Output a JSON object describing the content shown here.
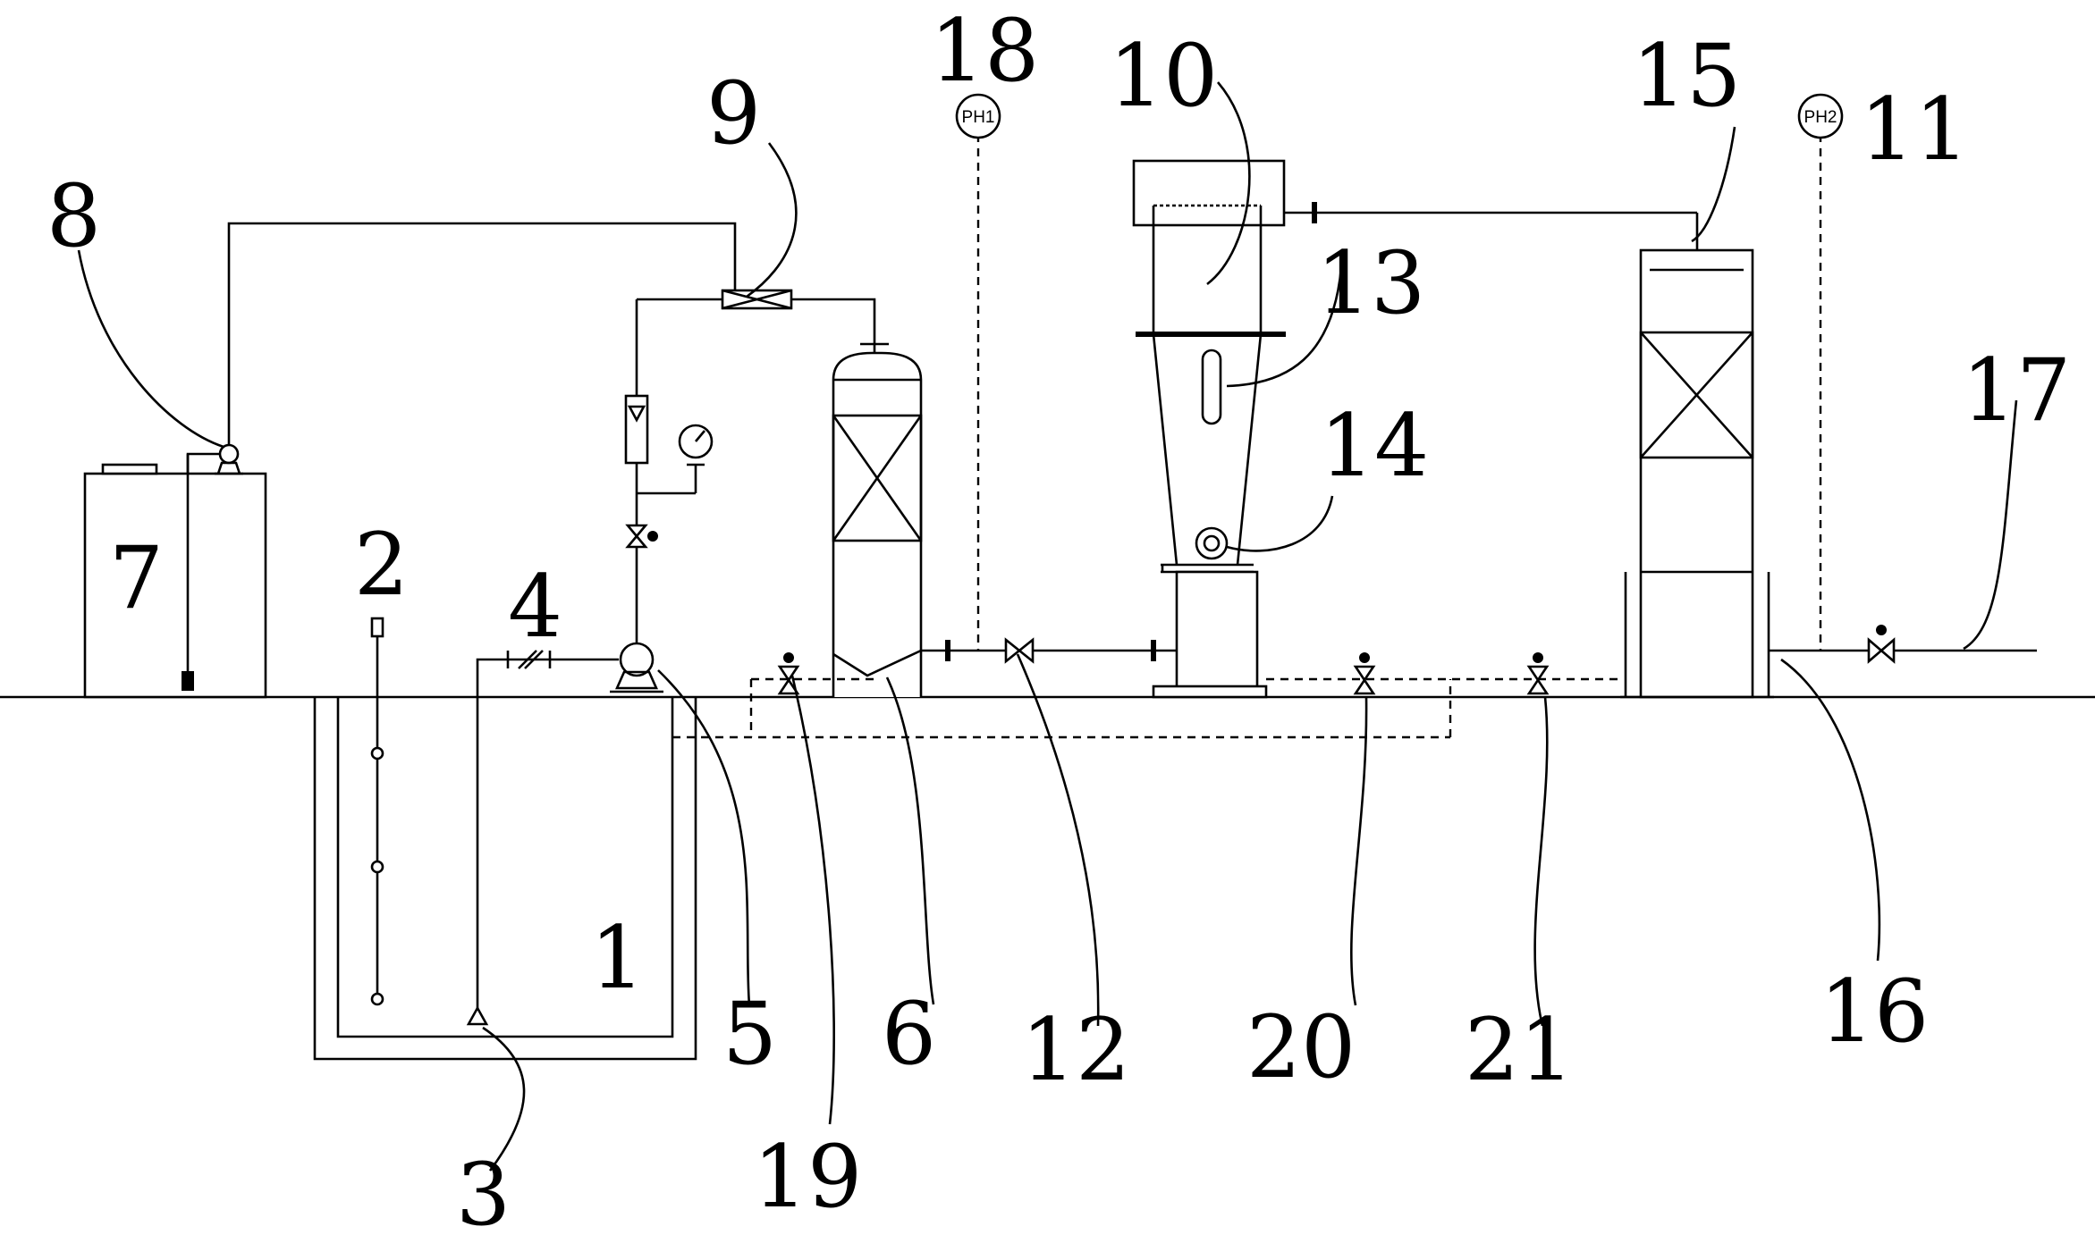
{
  "labels": {
    "n1": "1",
    "n2": "2",
    "n3": "3",
    "n4": "4",
    "n5": "5",
    "n6": "6",
    "n7": "7",
    "n8": "8",
    "n9": "9",
    "n10": "10",
    "n11": "11",
    "n12": "12",
    "n13": "13",
    "n14": "14",
    "n15": "15",
    "n16": "16",
    "n17": "17",
    "n18": "18",
    "n19": "19",
    "n20": "20",
    "n21": "21"
  },
  "gauges": {
    "ph1": "PH1",
    "ph2": "PH2"
  }
}
